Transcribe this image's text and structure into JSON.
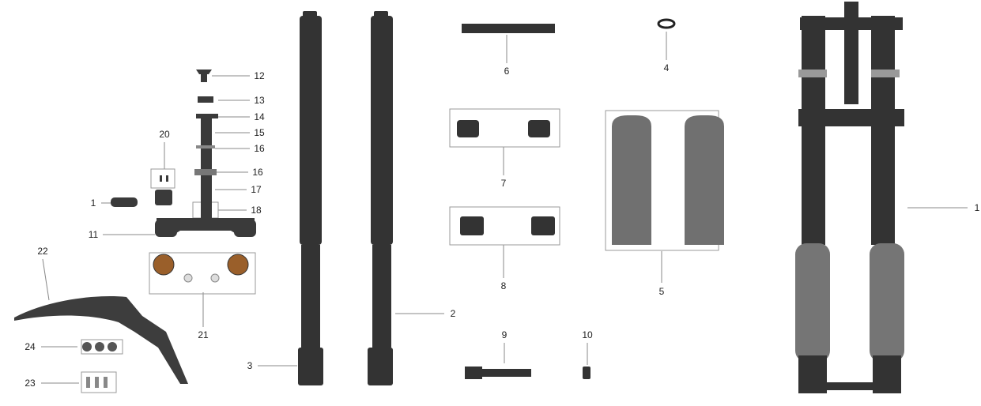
{
  "callouts": {
    "c12": "12",
    "c13": "13",
    "c14": "14",
    "c15": "15",
    "c16a": "16",
    "c16b": "16",
    "c17": "17",
    "c18": "18",
    "c20": "20",
    "c1_left": "1",
    "c11": "11",
    "c21": "21",
    "c22": "22",
    "c24": "24",
    "c23": "23",
    "c3": "3",
    "c2": "2",
    "c6": "6",
    "c7": "7",
    "c8": "8",
    "c9": "9",
    "c10": "10",
    "c4": "4",
    "c5": "5",
    "c1_right": "1"
  },
  "colors": {
    "part": "#3a3a3a",
    "guard": "#6e6e6e",
    "bronze": "#9a5f2a",
    "line": "#888888",
    "box": "#999999"
  }
}
